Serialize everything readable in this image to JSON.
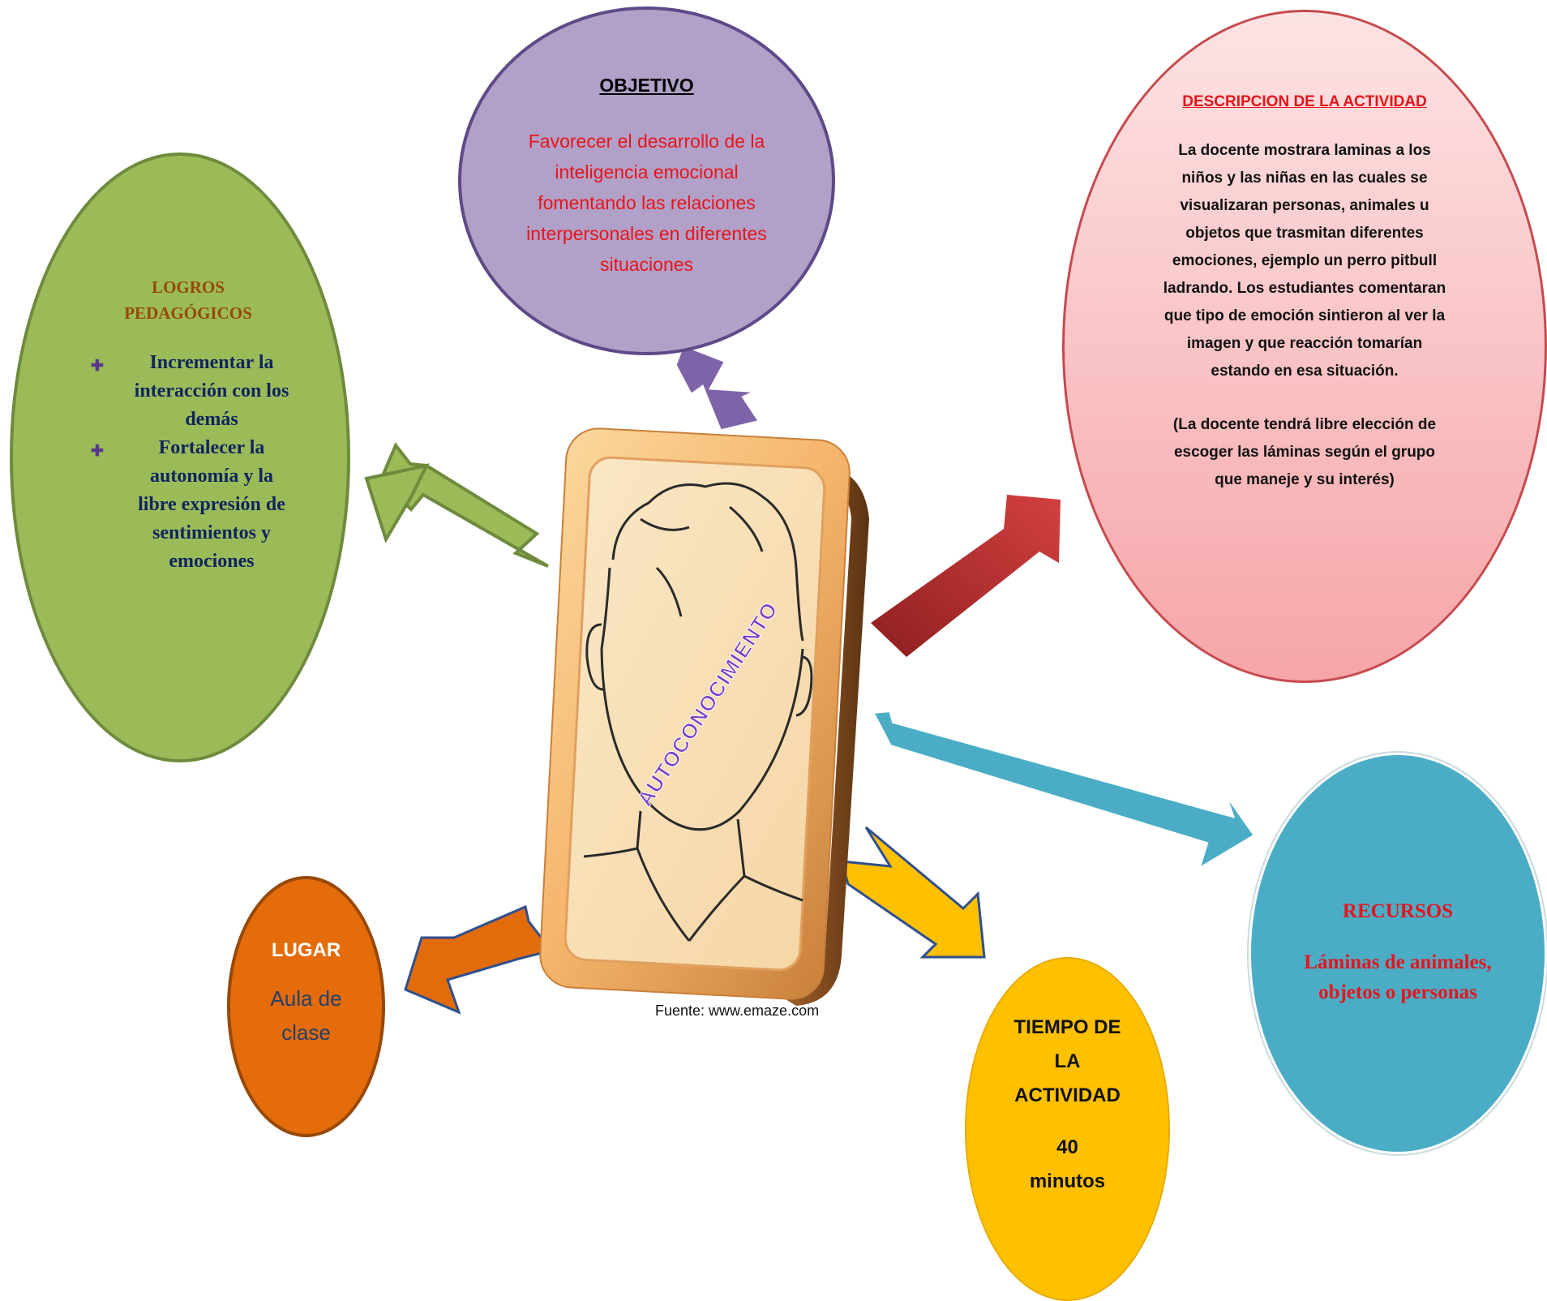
{
  "objetivo": {
    "title": "OBJETIVO",
    "text": "Favorecer el desarrollo de la inteligencia emocional fomentando  las relaciones interpersonales en diferentes situaciones"
  },
  "logros": {
    "title": "LOGROS PEDAGÓGICOS",
    "items": [
      "Incrementar la interacción con los demás",
      "Fortalecer la autonomía y la libre expresión de sentimientos y emociones"
    ]
  },
  "descripcion": {
    "title": "DESCRIPCION DE LA ACTIVIDAD",
    "text": "La docente mostrara laminas a los niños y las niñas en las cuales se visualizaran personas, animales u objetos que trasmitan diferentes emociones, ejemplo un perro pitbull ladrando. Los estudiantes comentaran que tipo de emoción sintieron al ver la imagen y que reacción tomarían estando en esa situación.",
    "note": "(La docente tendrá libre elección de escoger las láminas según el grupo que maneje y su interés)"
  },
  "recursos": {
    "title": "RECURSOS",
    "text": "Láminas de animales, objetos o personas"
  },
  "lugar": {
    "title": "LUGAR",
    "text": "Aula de clase"
  },
  "tiempo": {
    "title": "TIEMPO DE LA ACTIVIDAD",
    "text": "40 minutos"
  },
  "center": {
    "label": "AUTOCONOCIMIENTO"
  },
  "caption": "Fuente: www.emaze.com",
  "colors": {
    "objetivo": "#b1a0c7",
    "logros": "#9bbb59",
    "descripcion": "#f9c5c9",
    "recursos": "#4bacc6",
    "lugar": "#e46c0a",
    "tiempo": "#ffc000",
    "frame": "#f5b46a",
    "red_text": "#e8141b"
  }
}
